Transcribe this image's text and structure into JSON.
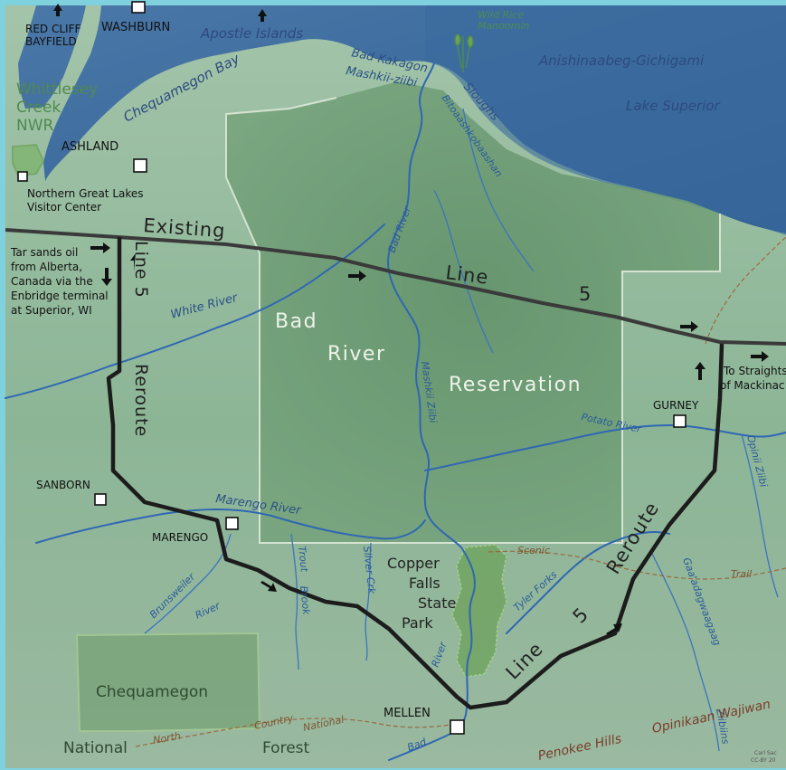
{
  "towns": {
    "red_cliff_line1": "RED CLIFF",
    "red_cliff_line2": "BAYFIELD",
    "washburn": "WASHBURN",
    "ashland": "ASHLAND",
    "sanborn": "SANBORN",
    "marengo": "MARENGO",
    "gurney": "GURNEY",
    "mellen": "MELLEN"
  },
  "water": {
    "apostle_islands": "Apostle Islands",
    "chequamegon_bay": "Chequamegon Bay",
    "gichigami": "Anishinaabeg-Gichigami",
    "lake_superior": "Lake Superior",
    "wild_rice_1": "Wild Rice",
    "wild_rice_2": "Manoomin",
    "bad_kakagon": "Bad-Kakagon",
    "mashkii_ziibi_top": "Mashkii-ziibi",
    "sloughs": "Sloughs",
    "bitoaashkobaashan": "Bitoaashkobaashan",
    "bad_river": "Bad River",
    "white_river": "White River",
    "mashkii_ziibi": "Mashkii Ziibi",
    "potato_river": "Potato River",
    "opinii_ziibi": "Opinii Ziibi",
    "marengo_river": "Marengo River",
    "trout_brook_1": "Trout",
    "trout_brook_2": "Brook",
    "silver_crk": "Silver Crk",
    "brunsweiler_1": "Brunsweiler",
    "brunsweiler_2": "River",
    "tyler_forks": "Tyler Forks",
    "gaa_adagwaagaag": "Gaa'adagwaagaag",
    "bad_river_low": "River",
    "bad_low": "Bad",
    "ziibiins": "Ziibiins"
  },
  "areas": {
    "whittlesey_1": "Whittlesey",
    "whittlesey_2": "Creek",
    "whittlesey_3": "NWR",
    "visitor_1": "Northern Great Lakes",
    "visitor_2": "Visitor Center",
    "res_1": "Bad",
    "res_2": "River",
    "res_3": "Reservation",
    "park_1": "Copper",
    "park_2": "Falls",
    "park_3": "State",
    "park_4": "Park",
    "forest_1": "Chequamegon",
    "forest_2": "National",
    "forest_3": "Forest",
    "penokee": "Penokee Hills",
    "opinikaan": "Opinikaan Wajiwan"
  },
  "pipeline": {
    "existing_1": "Existing",
    "existing_2": "Line",
    "existing_3": "5",
    "reroute_w_1": "Line 5",
    "reroute_w_2": "Reroute",
    "reroute_e_1": "Line",
    "reroute_e_2": "5",
    "reroute_e_3": "Reroute"
  },
  "notes": {
    "tar_1": "Tar sands oil",
    "tar_2": "from Alberta,",
    "tar_3": "Canada via the",
    "tar_4": "Enbridge terminal",
    "tar_5": "at Superior, WI",
    "straights_1": "To Straights",
    "straights_2": "of Mackinac"
  },
  "trails": {
    "scenic": "Scenic",
    "trail": "Trail",
    "north": "North",
    "country": "Country",
    "national": "National"
  },
  "credit": {
    "line1": "Carl Sac",
    "line2": "CC-BY 20"
  },
  "colors": {
    "lake": "#3f6b9c",
    "land": "#8fb59a",
    "reservation": "#6c9a74",
    "pipeline": "#1c1c1c",
    "river": "#2f67b3",
    "frame": "#7fd1de"
  }
}
